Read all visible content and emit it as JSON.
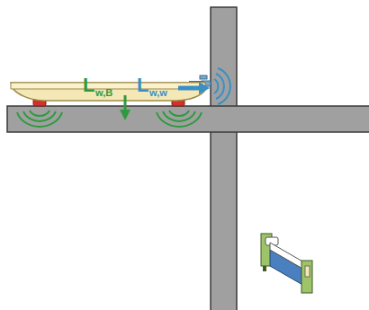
{
  "diagram": {
    "labels": [
      "L",
      "w,B",
      "L",
      "w,w"
    ]
  }
}
